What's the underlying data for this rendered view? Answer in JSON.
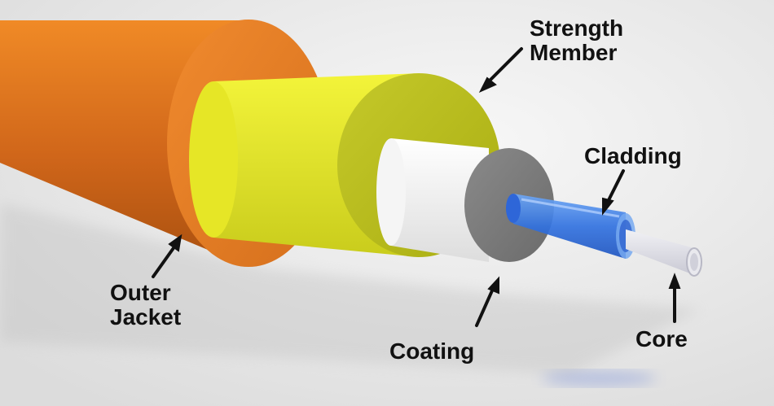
{
  "labels": {
    "strength_member": [
      "Strength",
      "Member"
    ],
    "cladding": "Cladding",
    "outer_jacket": [
      "Outer",
      "Jacket"
    ],
    "coating": "Coating",
    "core": "Core"
  },
  "colors": {
    "background": "#e9e9e9",
    "outer_jacket": "#e07a1e",
    "strength_member": "#e8e832",
    "coating": "#f2f2f2",
    "cladding": "#3a7fe0",
    "core": "#dcdde3",
    "label_text": "#111111"
  }
}
